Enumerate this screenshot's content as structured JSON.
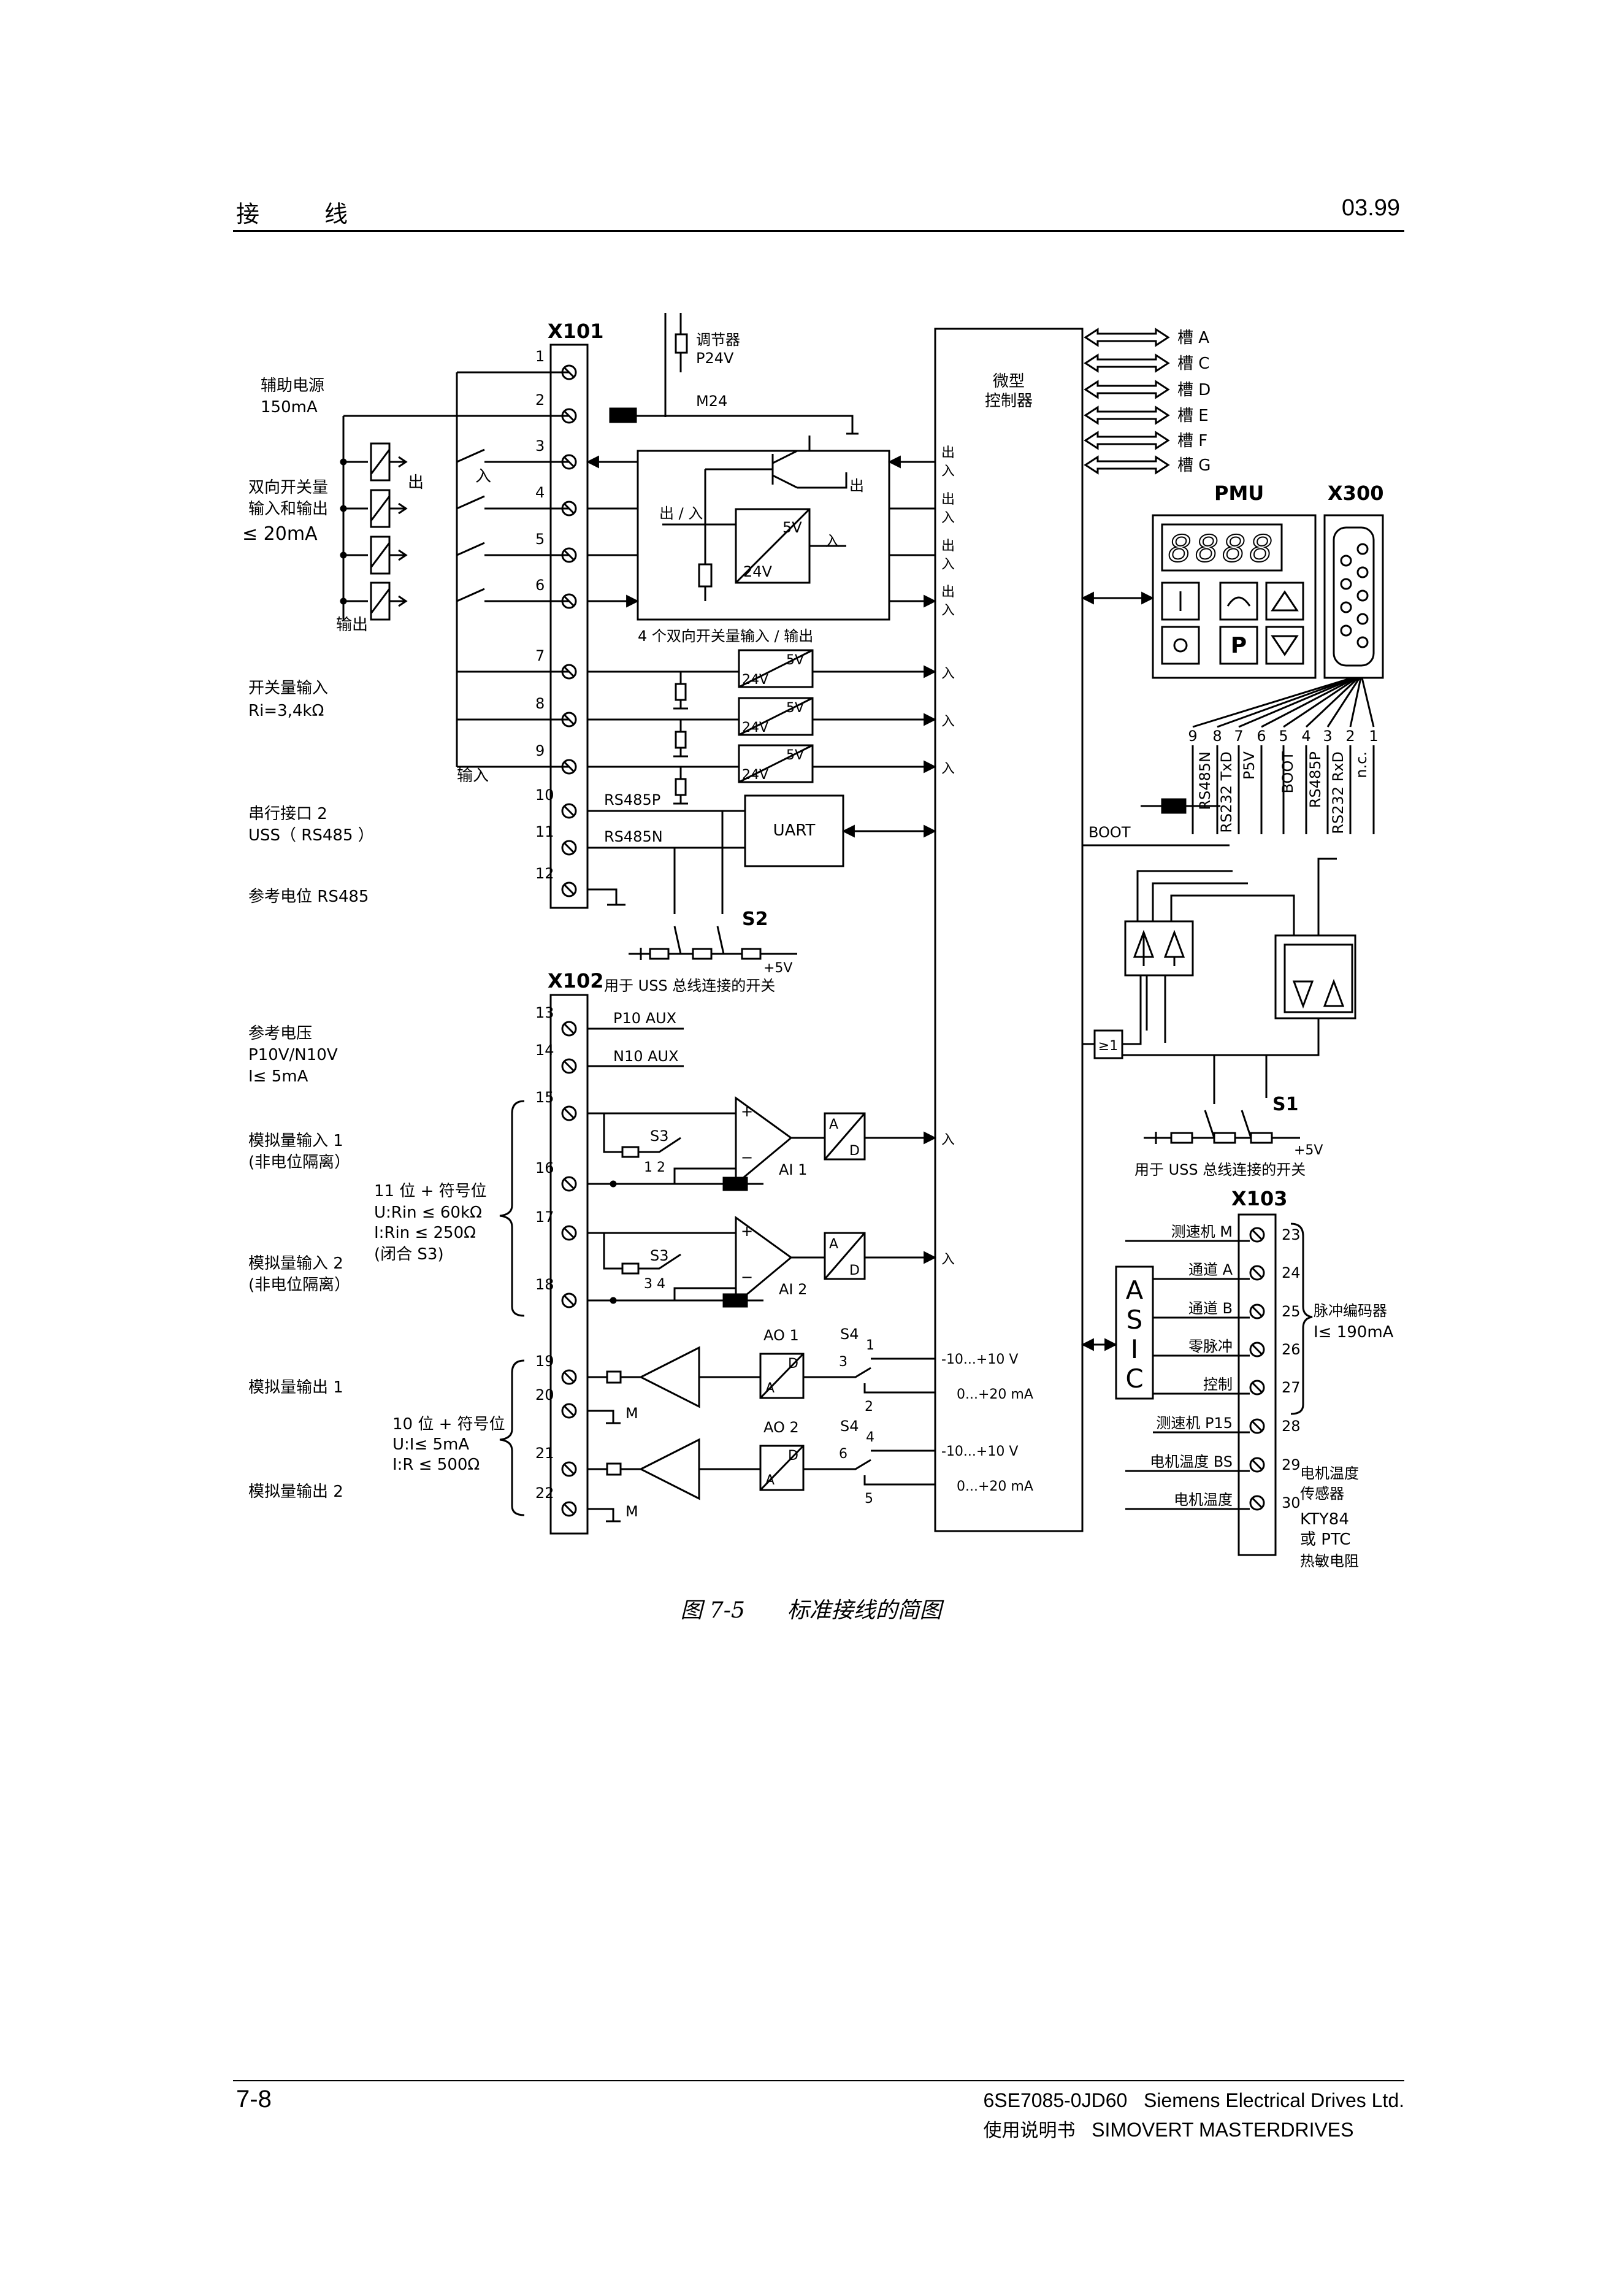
{
  "header": {
    "section_title": "接　线",
    "doc_date": "03.99"
  },
  "footer": {
    "page_number": "7-8",
    "order_number": "6SE7085-0JD60",
    "company": "Siemens Electrical Drives Ltd.",
    "doc_type": "使用说明书",
    "product": "SIMOVERT MASTERDRIVES"
  },
  "caption": {
    "figure_no": "图 7-5",
    "title": "标准接线的简图"
  },
  "diagram": {
    "x101": {
      "label": "X101",
      "terminals": [
        "1",
        "2",
        "3",
        "4",
        "5",
        "6",
        "7",
        "8",
        "9",
        "10",
        "11",
        "12"
      ],
      "left_labels": {
        "aux_power": "辅助电源",
        "aux_power_current": "150mA",
        "bidir_line1": "双向开关量",
        "bidir_line2": "输入和输出",
        "bidir_current": "≤ 20mA",
        "output": "输出",
        "out": "出",
        "in": "入",
        "digital_in": "开关量输入",
        "digital_in_ri": "Ri=3,4kΩ",
        "input": "输入",
        "serial_if": "串行接口 2",
        "uss": "USS（ RS485 ）",
        "ref_rs485": "参考电位 RS485"
      },
      "regulator_line1": "调节器",
      "regulator_line2": "P24V",
      "m24": "M24",
      "bidir_box_label": "4 个双向开关量输入 / 输出",
      "in_out_small": "出 / 入",
      "v5": "5V",
      "v24": "24V",
      "rs485p": "RS485P",
      "rs485n": "RS485N",
      "uart": "UART",
      "s2": "S2",
      "plus5v": "+5V",
      "uss_switch": "用于 USS 总线连接的开关"
    },
    "micro": {
      "line1": "微型",
      "line2": "控制器",
      "slots": [
        "槽 A",
        "槽 C",
        "槽 D",
        "槽 E",
        "槽 F",
        "槽 G"
      ],
      "out_char": "出",
      "in_char": "入"
    },
    "pmu": {
      "label": "PMU",
      "display": "8888",
      "x300": "X300",
      "buttons": [
        "I",
        "~",
        "▲",
        "O",
        "P",
        "▼"
      ],
      "pins": [
        "9",
        "8",
        "7",
        "6",
        "5",
        "4",
        "3",
        "2",
        "1"
      ],
      "pin_names": [
        "RS485N",
        "RS232 TxD",
        "P5V",
        "BOOT",
        "RS485P",
        "RS232 RxD",
        "n.c."
      ],
      "boot": "BOOT",
      "ge1": "≥1",
      "s1": "S1",
      "plus5v": "+5V",
      "uss_switch": "用于 USS 总线连接的开关"
    },
    "x102": {
      "label": "X102",
      "terminals": [
        "13",
        "14",
        "15",
        "16",
        "17",
        "18",
        "19",
        "20",
        "21",
        "22"
      ],
      "ref_voltage": "参考电压",
      "ref_voltage_val": "P10V/N10V",
      "ref_voltage_i": "I≤ 5mA",
      "p10aux": "P10 AUX",
      "n10aux": "N10 AUX",
      "ai1_line1": "模拟量输入 1",
      "ai1_line2": "(非电位隔离）",
      "ai2_line1": "模拟量输入 2",
      "ai2_line2": "(非电位隔离）",
      "ai_spec1": "11 位 + 符号位",
      "ai_spec2": "U:Rin ≤ 60kΩ",
      "ai_spec3": "I:Rin ≤ 250Ω",
      "ai_spec4": "(闭合 S3)",
      "s3": "S3",
      "s3_pins_1": "1  2",
      "s3_pins_2": "3  4",
      "ai1": "AI 1",
      "ai2": "AI 2",
      "a": "A",
      "d": "D",
      "ao1": "AO 1",
      "ao2": "AO 2",
      "s4": "S4",
      "ao1_label": "模拟量输出 1",
      "ao2_label": "模拟量输出 2",
      "ao_spec1": "10 位 + 符号位",
      "ao_spec2": "U:I≤ 5mA",
      "ao_spec3": "I:R ≤ 500Ω",
      "m": "M",
      "range_v": "-10...+10 V",
      "range_ma": "0...+20 mA",
      "s4_pins": [
        "1",
        "2",
        "3",
        "4",
        "5",
        "6"
      ]
    },
    "x103": {
      "label": "X103",
      "terminals": [
        "23",
        "24",
        "25",
        "26",
        "27",
        "28",
        "29",
        "30"
      ],
      "signals": [
        "测速机 M",
        "通道 A",
        "通道 B",
        "零脉冲",
        "控制",
        "测速机 P15",
        "电机温度 BS",
        "电机温度"
      ],
      "asic": [
        "A",
        "S",
        "I",
        "C"
      ],
      "encoder_line1": "脉冲编码器",
      "encoder_line2": "I≤ 190mA",
      "temp_line1": "电机温度",
      "temp_line2": "传感器",
      "kty_line1": "KTY84",
      "kty_line2": "或 PTC",
      "kty_line3": "热敏电阻"
    }
  }
}
